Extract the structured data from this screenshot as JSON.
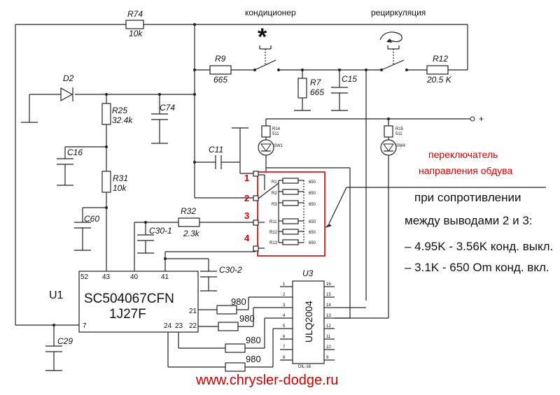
{
  "labels": {
    "conditioner": "кондиционер",
    "recirculation": "рециркуляция",
    "star": "*",
    "plus": "+"
  },
  "components": {
    "R74": {
      "name": "R74",
      "value": "10k"
    },
    "R9": {
      "name": "R9",
      "value": "665"
    },
    "R7": {
      "name": "R7",
      "value": "665"
    },
    "C15": {
      "name": "C15"
    },
    "R12": {
      "name": "R12",
      "value": "20.5 K"
    },
    "D2": {
      "name": "D2"
    },
    "R25": {
      "name": "R25",
      "value": "32.4k"
    },
    "C74": {
      "name": "C74"
    },
    "C16": {
      "name": "C16"
    },
    "R31": {
      "name": "R31",
      "value": "10k"
    },
    "C60": {
      "name": "C60"
    },
    "C11": {
      "name": "C11"
    },
    "R32": {
      "name": "R32",
      "value": "2.3k"
    },
    "C30_1": {
      "name": "C30-1"
    },
    "C30_2": {
      "name": "C30-2"
    },
    "C29": {
      "name": "C29"
    },
    "R14": {
      "name": "R14",
      "value": "511"
    },
    "SW1": {
      "name": "SW1"
    },
    "R15": {
      "name": "R15",
      "value": "511"
    },
    "SW4": {
      "name": "SW4"
    },
    "U3": {
      "name": "U3",
      "chip": "ULQ2004",
      "package": "DIL-16"
    }
  },
  "u1": {
    "ref": "U1",
    "part": "SC504067CFN",
    "code": "1J27F",
    "pins": {
      "p52": "52",
      "p43": "43",
      "p40": "40",
      "p41": "41",
      "p21": "21",
      "p7": "7",
      "p24": "24",
      "p23": "23",
      "p22": "22"
    }
  },
  "u3_left_pins": [
    "1",
    "2",
    "3",
    "4",
    "5",
    "6",
    "7",
    "8"
  ],
  "u3_right_pins": [
    "16",
    "15",
    "14",
    "13",
    "12",
    "11",
    "10",
    "9"
  ],
  "series_resistors": [
    "980",
    "980",
    "980",
    "980"
  ],
  "selector": {
    "title_line1": "переключатель",
    "title_line2": "направления обдува",
    "terminals": [
      "1",
      "2",
      "3",
      "4"
    ],
    "resistors": [
      {
        "name": "R1",
        "value": "650"
      },
      {
        "name": "R2",
        "value": "650"
      },
      {
        "name": "R3",
        "value": "650"
      },
      {
        "name": "R11",
        "value": "650"
      },
      {
        "name": "R12",
        "value": "650"
      },
      {
        "name": "R13",
        "value": "650"
      }
    ]
  },
  "notes": {
    "line1": "при сопротивлении",
    "line2": "между выводами 2 и 3:",
    "line3": "–  4.95K - 3.56K конд. выкл.",
    "line4": "–  3.1K - 650 Om конд. вкл."
  },
  "watermark": "www.chrysler-dodge.ru",
  "colors": {
    "wire": "#222222",
    "accent": "#cc0000"
  }
}
